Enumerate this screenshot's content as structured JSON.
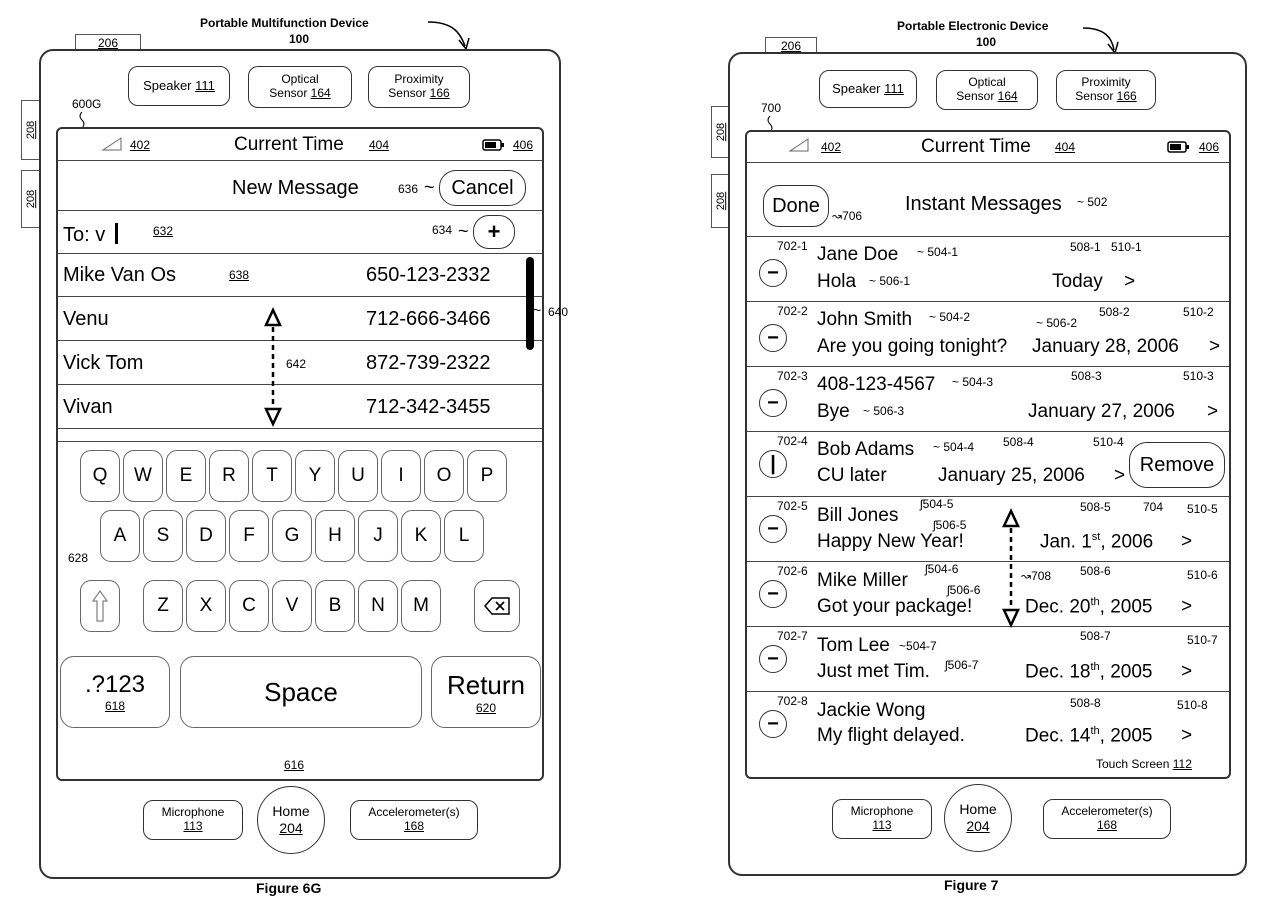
{
  "left": {
    "device_title": "Portable Multifunction Device",
    "device_ref": "100",
    "tag_top": "206",
    "tag_side_1": "208",
    "tag_side_2": "208",
    "screen_ref": "600G",
    "speaker": "Speaker",
    "speaker_ref": "111",
    "optical_1": "Optical",
    "optical_2": "Sensor",
    "optical_ref": "164",
    "proximity_1": "Proximity",
    "proximity_2": "Sensor",
    "proximity_ref": "166",
    "signal_ref": "402",
    "current_time": "Current Time",
    "current_time_ref": "404",
    "battery_ref": "406",
    "new_message": "New Message",
    "cancel_ref": "636",
    "cancel": "Cancel",
    "to_label": "To: v",
    "to_ref": "632",
    "plus_ref": "634",
    "plus": "+",
    "contacts": [
      {
        "name": "Mike Van Os",
        "phone": "650-123-2332"
      },
      {
        "name": "Venu",
        "phone": "712-666-3466"
      },
      {
        "name": "Vick Tom",
        "phone": "872-739-2322"
      },
      {
        "name": "Vivan",
        "phone": "712-342-3455"
      }
    ],
    "list_ref": "638",
    "scroll_ref": "640",
    "arrow_ref": "642",
    "keys_row1": [
      "Q",
      "W",
      "E",
      "R",
      "T",
      "Y",
      "U",
      "I",
      "O",
      "P"
    ],
    "keys_row2": [
      "A",
      "S",
      "D",
      "F",
      "G",
      "H",
      "J",
      "K",
      "L"
    ],
    "keys_row3": [
      "Z",
      "X",
      "C",
      "V",
      "B",
      "N",
      "M"
    ],
    "shift_icon": "shift-arrow-icon",
    "backspace_icon": "backspace-icon",
    "shift_ref": "628",
    "key_123": ".?123",
    "key_123_ref": "618",
    "key_space": "Space",
    "key_return": "Return",
    "key_return_ref": "620",
    "keyboard_ref": "616",
    "microphone": "Microphone",
    "microphone_ref": "113",
    "home": "Home",
    "home_ref": "204",
    "accelerometer": "Accelerometer(s)",
    "accelerometer_ref": "168",
    "figure": "Figure 6G"
  },
  "right": {
    "device_title": "Portable Electronic Device",
    "device_ref": "100",
    "tag_top": "206",
    "tag_side_1": "208",
    "tag_side_2": "208",
    "screen_ref": "700",
    "speaker": "Speaker",
    "speaker_ref": "111",
    "optical_1": "Optical",
    "optical_2": "Sensor",
    "optical_ref": "164",
    "proximity_1": "Proximity",
    "proximity_2": "Sensor",
    "proximity_ref": "166",
    "signal_ref": "402",
    "current_time": "Current Time",
    "current_time_ref": "404",
    "battery_ref": "406",
    "done": "Done",
    "done_ref": "706",
    "instant_messages": "Instant Messages",
    "im_ref": "502",
    "remove": "Remove",
    "remove_ref": "704",
    "arrow_ref": "708",
    "messages": [
      {
        "row_ref": "702-1",
        "name": "Jane Doe",
        "name_ref": "504-1",
        "text": "Hola",
        "text_ref": "506-1",
        "date": "Today",
        "date_sup": "",
        "date_tail": "",
        "date_ref": "508-1",
        "chev_ref": "510-1",
        "chev": ">"
      },
      {
        "row_ref": "702-2",
        "name": "John Smith",
        "name_ref": "504-2",
        "text": "Are you going tonight?",
        "text_ref": "506-2",
        "date": "January 28, 2006",
        "date_sup": "",
        "date_tail": "",
        "date_ref": "508-2",
        "chev_ref": "510-2",
        "chev": ">"
      },
      {
        "row_ref": "702-3",
        "name": "408-123-4567",
        "name_ref": "504-3",
        "text": "Bye",
        "text_ref": "506-3",
        "date": "January 27, 2006",
        "date_sup": "",
        "date_tail": "",
        "date_ref": "508-3",
        "chev_ref": "510-3",
        "chev": ">"
      },
      {
        "row_ref": "702-4",
        "name": "Bob Adams",
        "name_ref": "504-4",
        "text": "CU later",
        "text_ref": "",
        "date": "January 25, 2006",
        "date_sup": "",
        "date_tail": "",
        "date_ref": "508-4",
        "chev_ref": "510-4",
        "chev": ">"
      },
      {
        "row_ref": "702-5",
        "name": "Bill Jones",
        "name_ref": "504-5",
        "text": "Happy New Year!",
        "text_ref": "506-5",
        "date": "Jan. 1",
        "date_sup": "st",
        "date_tail": ", 2006",
        "date_ref": "508-5",
        "chev_ref": "510-5",
        "chev": ">"
      },
      {
        "row_ref": "702-6",
        "name": "Mike Miller",
        "name_ref": "504-6",
        "text": "Got your package!",
        "text_ref": "506-6",
        "date": "Dec. 20",
        "date_sup": "th",
        "date_tail": ", 2005",
        "date_ref": "508-6",
        "chev_ref": "510-6",
        "chev": ">"
      },
      {
        "row_ref": "702-7",
        "name": "Tom Lee",
        "name_ref": "504-7",
        "text": "Just met Tim.",
        "text_ref": "506-7",
        "date": "Dec. 18",
        "date_sup": "th",
        "date_tail": ", 2005",
        "date_ref": "508-7",
        "chev_ref": "510-7",
        "chev": ">"
      },
      {
        "row_ref": "702-8",
        "name": "Jackie Wong",
        "name_ref": "",
        "text": "My flight delayed.",
        "text_ref": "",
        "date": "Dec. 14",
        "date_sup": "th",
        "date_tail": ", 2005",
        "date_ref": "508-8",
        "chev_ref": "510-8",
        "chev": ">"
      }
    ],
    "touch_screen": "Touch Screen",
    "touch_screen_ref": "112",
    "microphone": "Microphone",
    "microphone_ref": "113",
    "home": "Home",
    "home_ref": "204",
    "accelerometer": "Accelerometer(s)",
    "accelerometer_ref": "168",
    "figure": "Figure 7"
  }
}
